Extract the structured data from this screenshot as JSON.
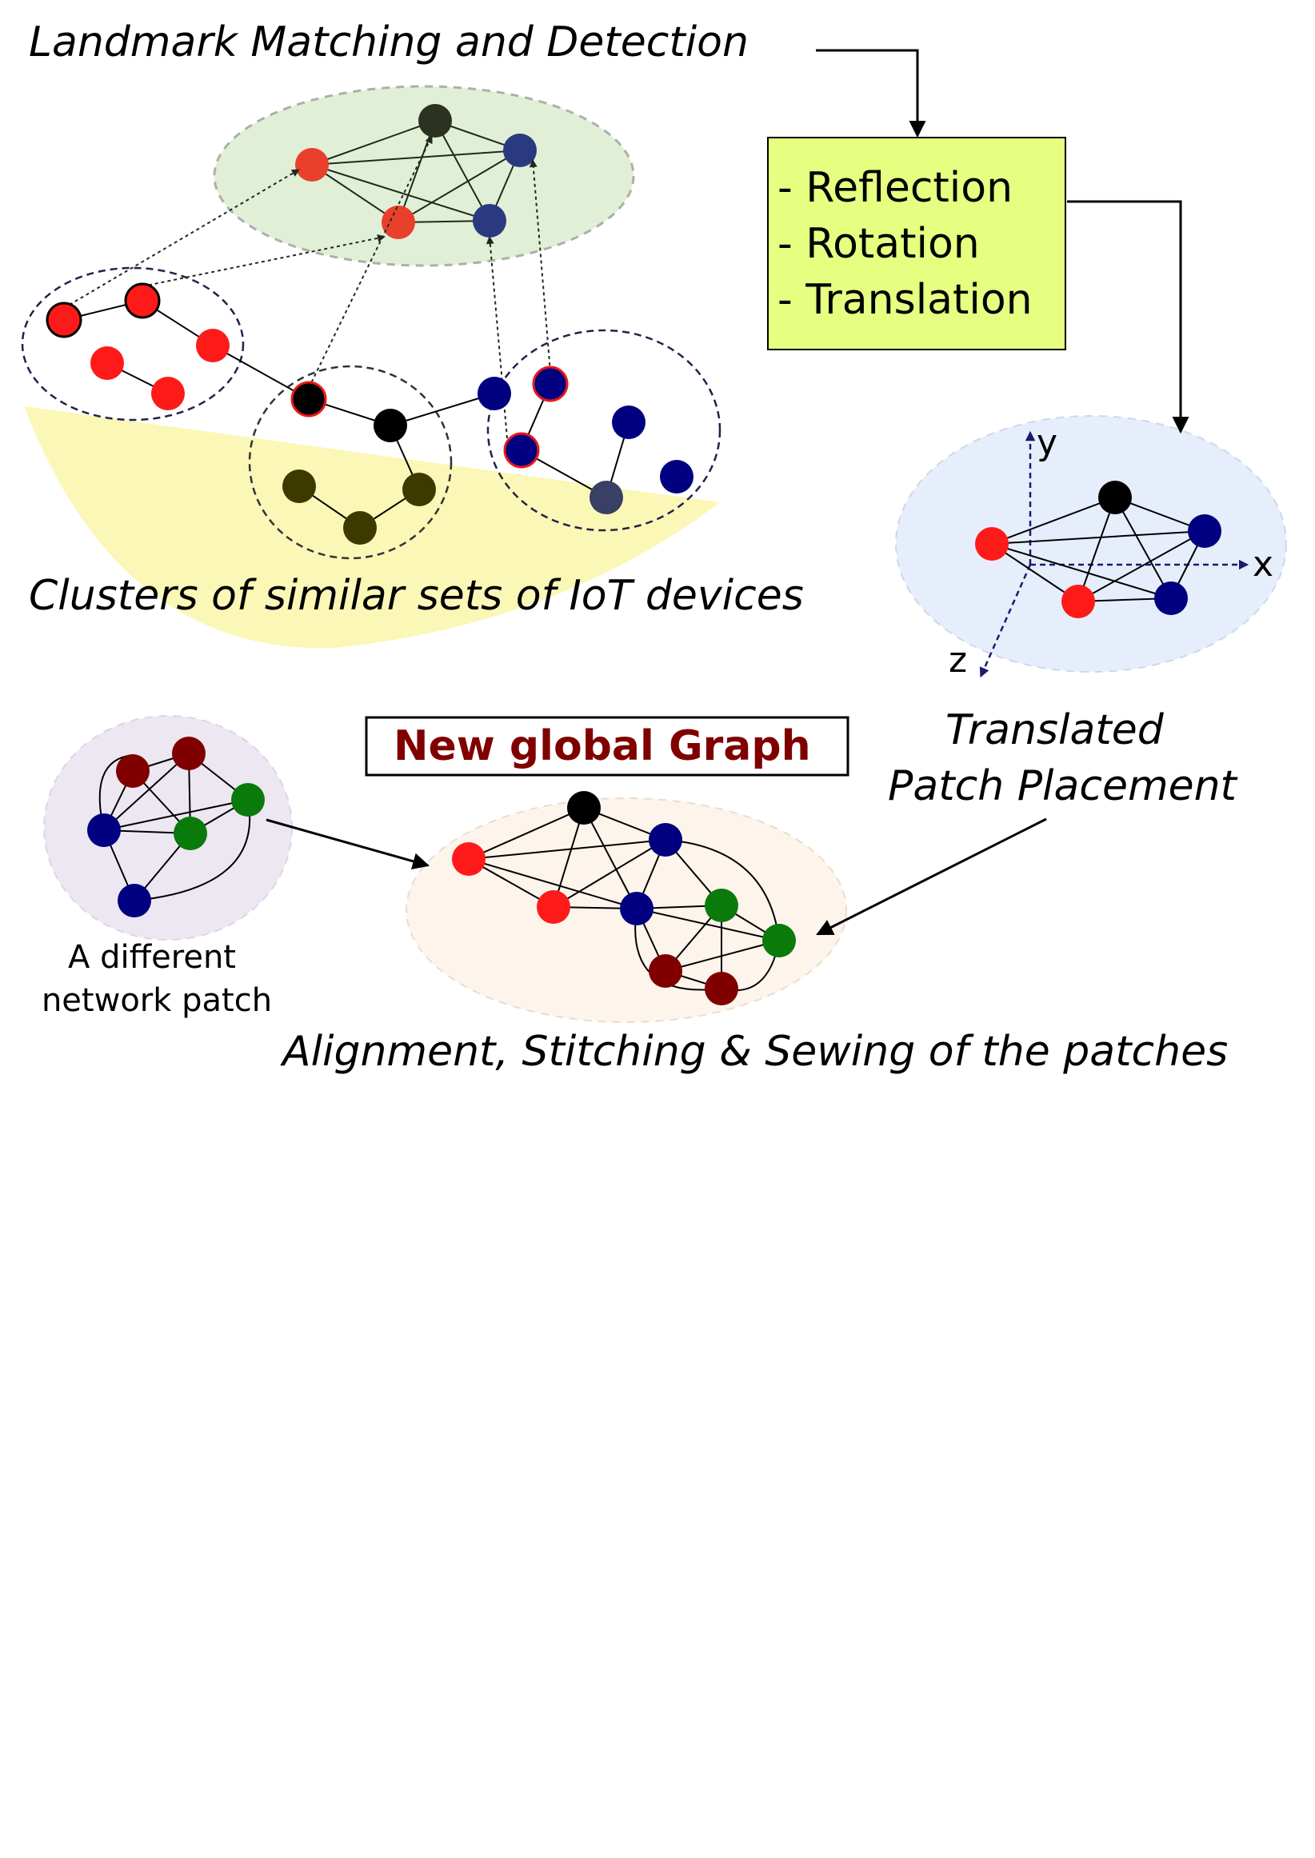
{
  "texts": {
    "landmark_title": "Landmark Matching and Detection",
    "transform_1": "- Reflection",
    "transform_2": "- Rotation",
    "transform_3": "- Translation",
    "clusters_caption": "Clusters of similar sets of IoT devices",
    "axis_y": "y",
    "axis_x": "x",
    "axis_z": "z",
    "translated_line1": "Translated",
    "translated_line2": "Patch Placement",
    "new_global_graph": "New global Graph",
    "different_patch_line1": "A different",
    "different_patch_line2": "network patch",
    "alignment_caption": "Alignment, Stitching & Sewing of the patches"
  },
  "colors": {
    "red": "#ff1a1a",
    "dark_red": "#800000",
    "navy": "#000080",
    "green": "#0a7a0a",
    "black": "#000000",
    "olive": "#3d3a00",
    "landmark_red": "#e8402a",
    "landmark_navy": "#2a3a80",
    "landmark_dark": "#2b3320",
    "transform_box_fill": "#e6ff80",
    "landmark_ellipse": "#e2efd7",
    "clusters_shade": "#fbf7b6",
    "translated_ellipse": "#e6eefb",
    "patch_ellipse": "#ede7f2",
    "global_ellipse": "#fdf4ec",
    "new_graph_text": "#800000"
  }
}
